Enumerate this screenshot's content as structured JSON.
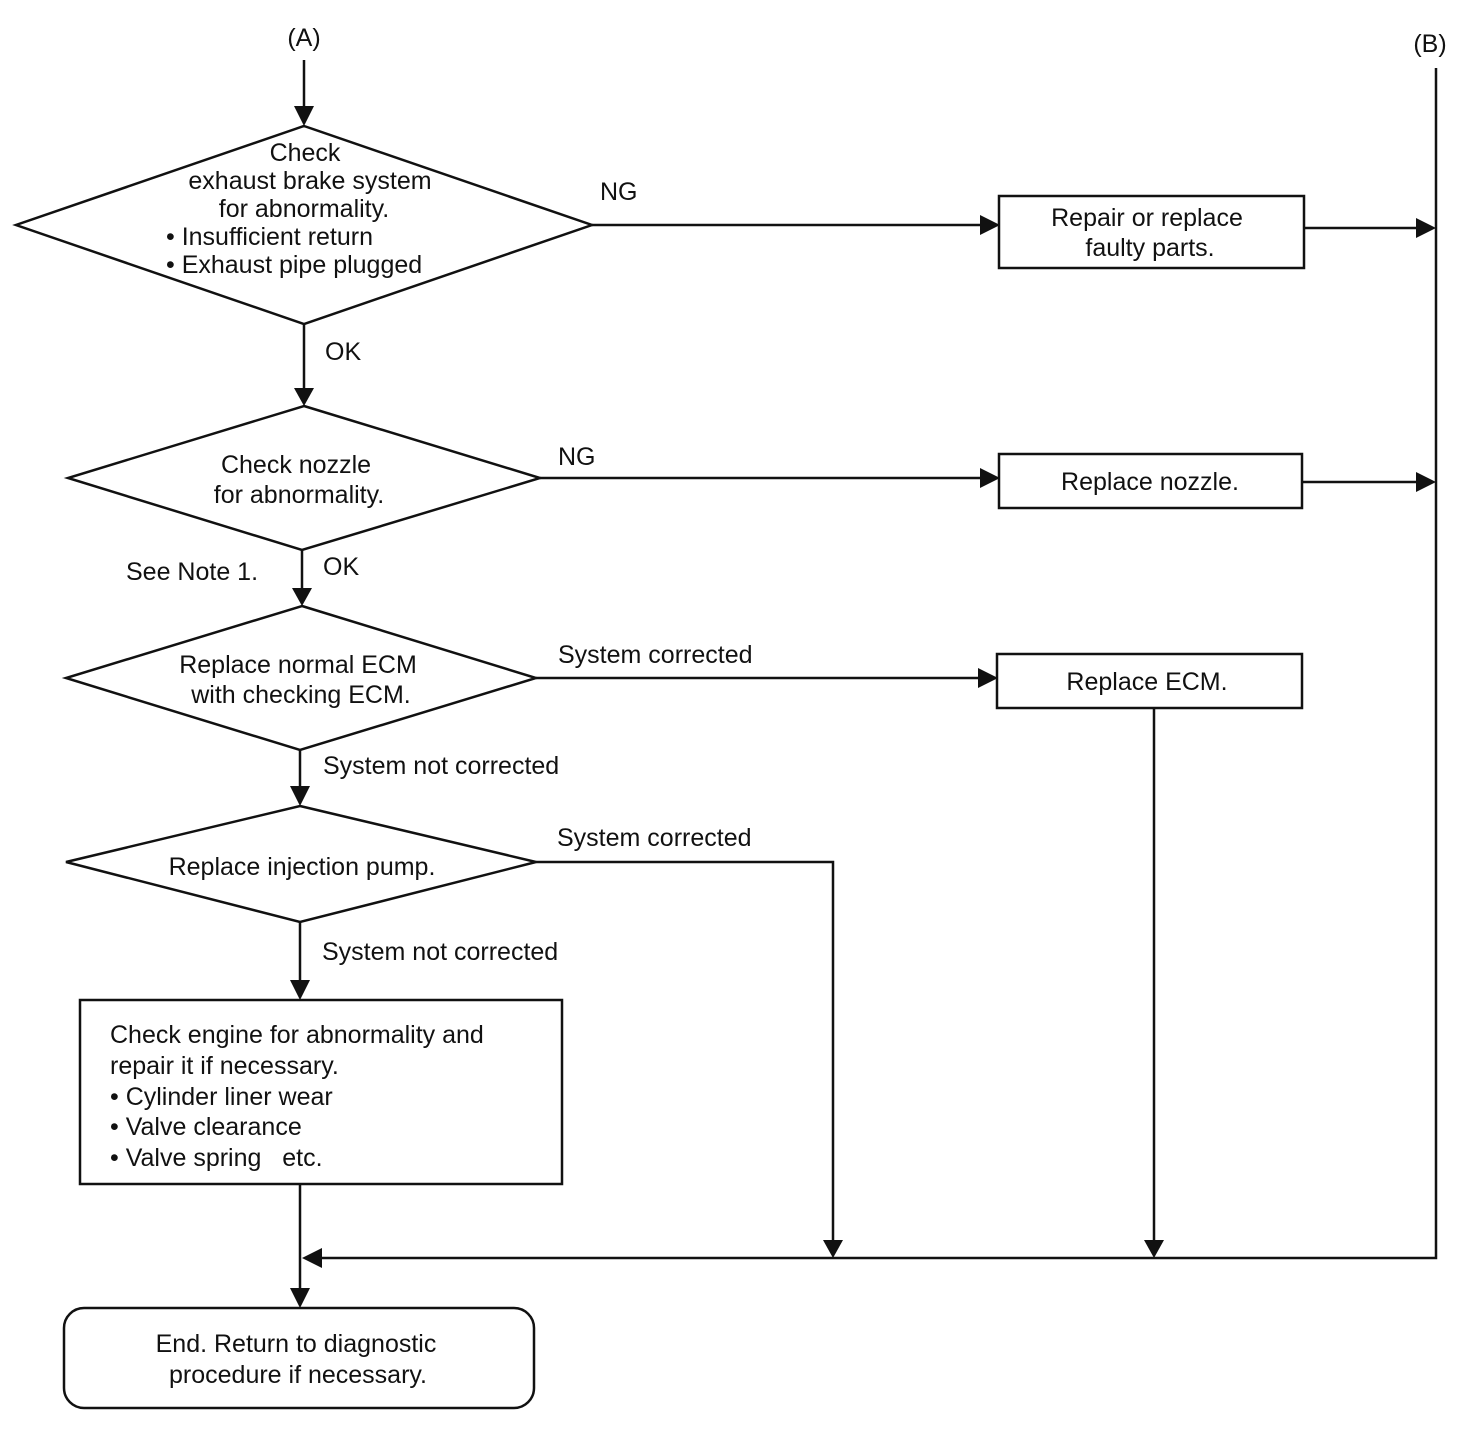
{
  "connectors": {
    "a": "(A)",
    "b": "(B)"
  },
  "nodes": {
    "check_exhaust": [
      "Check",
      "exhaust brake system",
      "for abnormality.",
      "• Insufficient return",
      "• Exhaust pipe plugged"
    ],
    "repair_faulty": [
      "Repair or replace",
      "faulty parts."
    ],
    "check_nozzle": [
      "Check nozzle",
      "for abnormality."
    ],
    "replace_nozzle": [
      "Replace nozzle."
    ],
    "replace_normal_ecm": [
      "Replace normal ECM",
      "with checking ECM."
    ],
    "replace_ecm": [
      "Replace ECM."
    ],
    "replace_pump": [
      "Replace injection pump."
    ],
    "check_engine": [
      "Check engine for abnormality and",
      "repair it if necessary.",
      "• Cylinder liner wear",
      "• Valve clearance",
      "• Valve spring   etc."
    ],
    "end": [
      "End. Return to diagnostic",
      "procedure if necessary."
    ]
  },
  "edge_labels": {
    "exhaust_ng": "NG",
    "exhaust_ok": "OK",
    "nozzle_ng": "NG",
    "nozzle_ok": "OK",
    "see_note": "See Note 1.",
    "ecm_corrected": "System corrected",
    "ecm_not_corrected": "System not corrected",
    "pump_corrected": "System corrected",
    "pump_not_corrected": "System not corrected"
  },
  "colors": {
    "ink": "#111111",
    "background": "#ffffff"
  }
}
